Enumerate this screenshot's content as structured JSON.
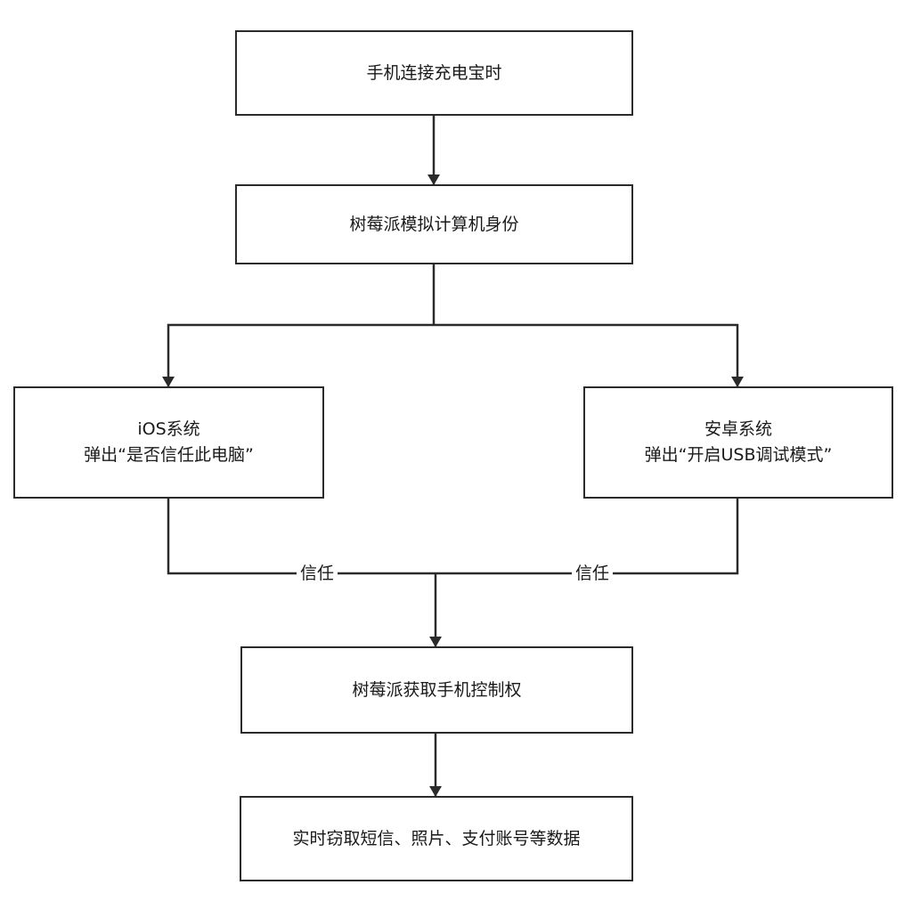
{
  "nodes": {
    "start": "手机连接充电宝时",
    "emulate": "树莓派模拟计算机身份",
    "ios_line1": "iOS系统",
    "ios_line2": "弹出“是否信任此电脑”",
    "android_line1": "安卓系统",
    "android_line2": "弹出“开启USB调试模式”",
    "control": "树莓派获取手机控制权",
    "steal": "实时窃取短信、照片、支付账号等数据"
  },
  "edges": {
    "ios_trust_label": "信任",
    "android_trust_label": "信任"
  },
  "colors": {
    "line": "#2b2b2b",
    "text": "#1a1a1a",
    "background": "#ffffff"
  }
}
